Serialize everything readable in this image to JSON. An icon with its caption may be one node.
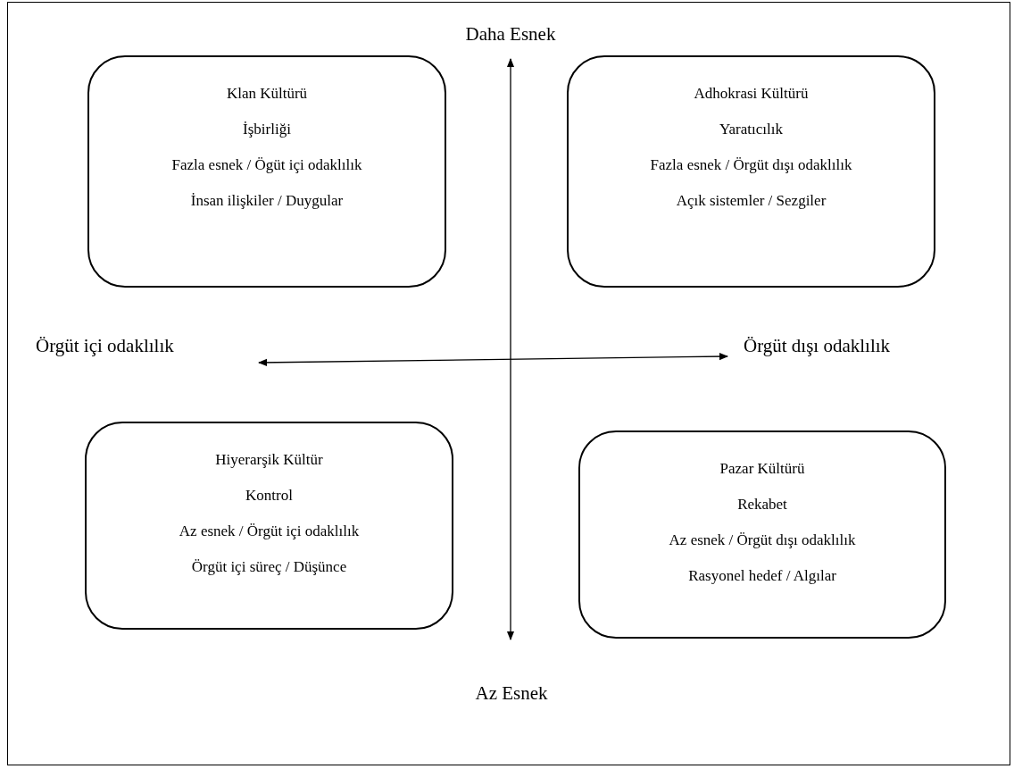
{
  "diagram": {
    "nodes": [
      {
        "text": [
          "Klan Kültürü",
          "İşbirliği",
          "Fazla esnek / Ögüt içi odaklılık",
          "İnsan ilişkiler / Duygular"
        ]
      },
      {
        "text": [
          "Adhokrasi Kültürü",
          "Yaratıcılık",
          "Fazla esnek / Örgüt dışı odaklılık",
          "Açık sistemler / Sezgiler"
        ]
      },
      {
        "text": [
          "Hiyerarşik Kültür",
          "Kontrol",
          "Az esnek / Örgüt içi odaklılık",
          "Örgüt içi süreç / Düşünce"
        ]
      },
      {
        "text": [
          "Pazar Kültürü",
          "Rekabet",
          "Az esnek / Örgüt dışı odaklılık",
          "Rasyonel hedef / Algılar"
        ]
      }
    ],
    "labels": [
      "Daha Esnek",
      "Örgüt içi odaklılık",
      "Örgüt dışı odaklılık",
      "Az Esnek"
    ]
  }
}
